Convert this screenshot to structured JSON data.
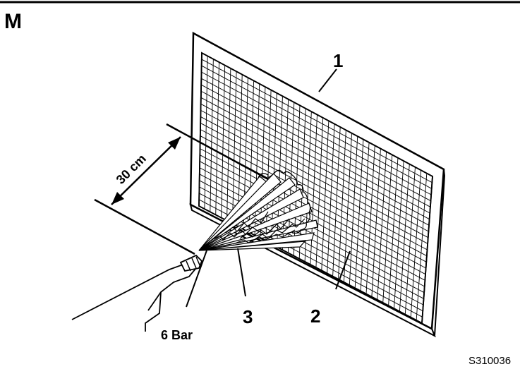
{
  "figure": {
    "panel_letter": "M",
    "labels": {
      "frame": "1",
      "mesh": "2",
      "spray": "3",
      "pressure": "6 Bar",
      "distance": "30 cm"
    },
    "code": "S310036"
  }
}
